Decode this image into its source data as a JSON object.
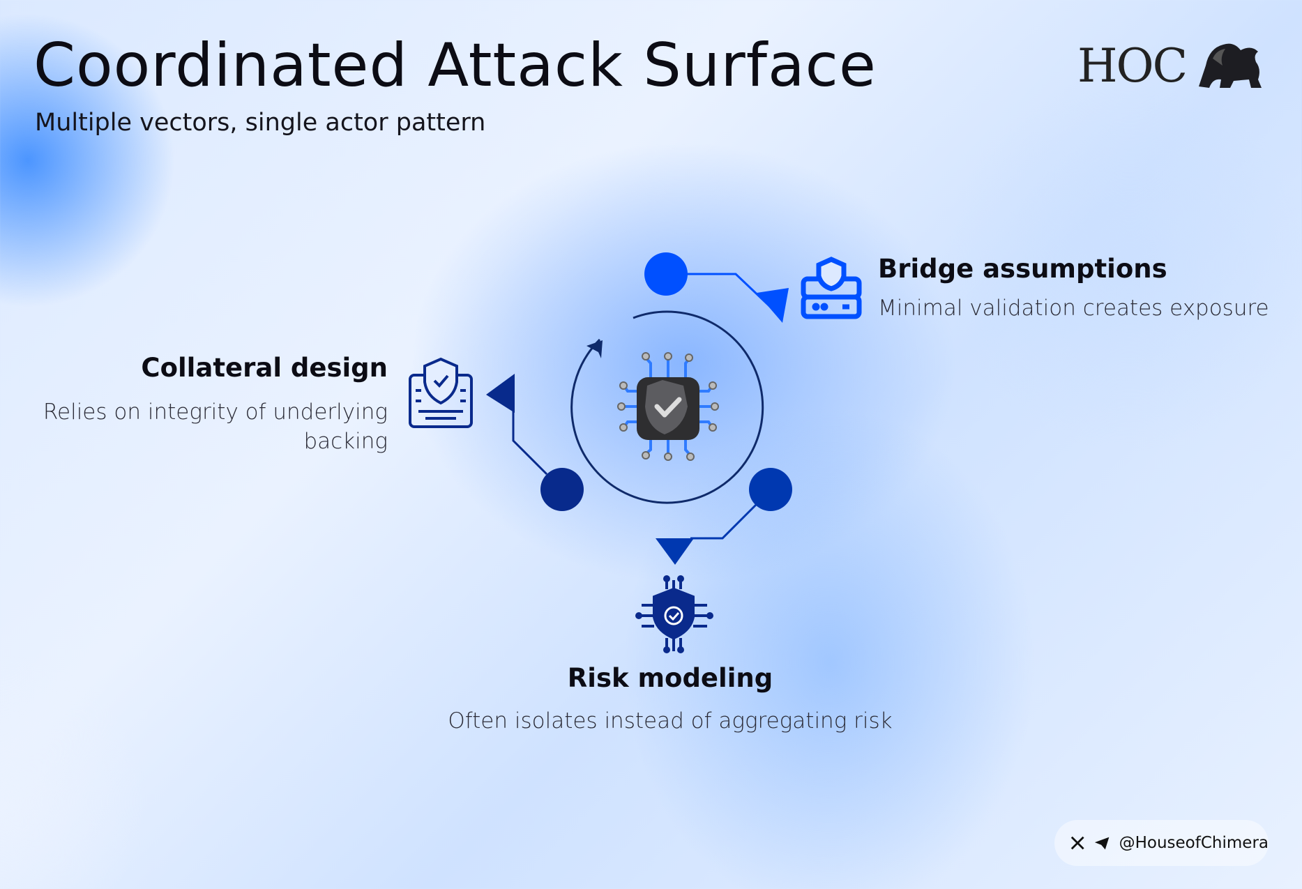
{
  "header": {
    "title": "Coordinated Attack Surface",
    "subtitle": "Multiple vectors, single actor pattern"
  },
  "logo": {
    "text": "HOC",
    "icon": "lion-icon"
  },
  "center": {
    "icon": "shield-chip-icon"
  },
  "nodes": [
    {
      "title": "Bridge assumptions",
      "description": "Minimal validation creates exposure",
      "icon": "server-shield-icon",
      "color": "#0050ff"
    },
    {
      "title": "Collateral design",
      "description_line1": "Relies on integrity of underlying",
      "description_line2": "backing",
      "icon": "shield-keyboard-icon",
      "color": "#082a8c"
    },
    {
      "title": "Risk modeling",
      "description": "Often isolates instead of aggregating risk",
      "icon": "circuit-shield-icon",
      "color": "#0038b0"
    }
  ],
  "footer": {
    "handle": "@HouseofChimera",
    "icons": [
      "x-icon",
      "telegram-icon"
    ]
  }
}
